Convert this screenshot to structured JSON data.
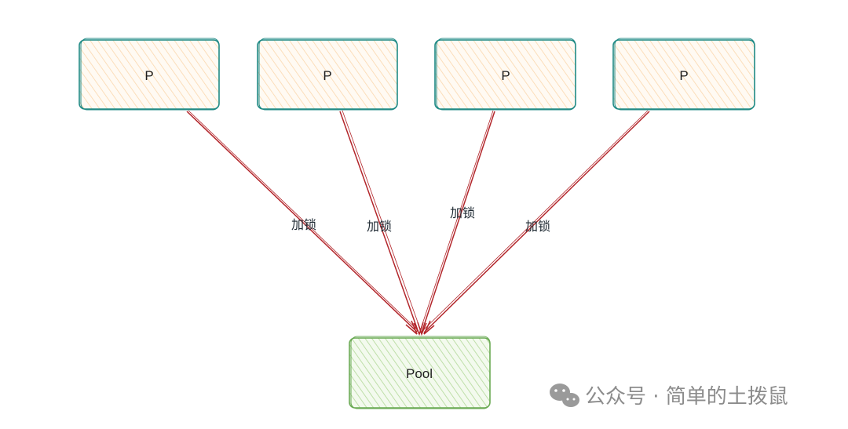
{
  "nodes": {
    "p1": {
      "label": "P"
    },
    "p2": {
      "label": "P"
    },
    "p3": {
      "label": "P"
    },
    "p4": {
      "label": "P"
    },
    "pool": {
      "label": "Pool"
    }
  },
  "edges": [
    {
      "from": "p1",
      "to": "pool",
      "label": "加锁"
    },
    {
      "from": "p2",
      "to": "pool",
      "label": "加锁"
    },
    {
      "from": "p3",
      "to": "pool",
      "label": "加锁"
    },
    {
      "from": "p4",
      "to": "pool",
      "label": "加锁"
    }
  ],
  "watermark": {
    "text": "公众号 · 简单的土拨鼠",
    "icon": "wechat-icon"
  },
  "colors": {
    "p_fill": "#fde9d0",
    "p_stroke": "#1f8a85",
    "pool_fill": "#cfe8b9",
    "pool_stroke": "#6aaa54",
    "edge": "#b3262b",
    "watermark": "#8c8c8c"
  }
}
